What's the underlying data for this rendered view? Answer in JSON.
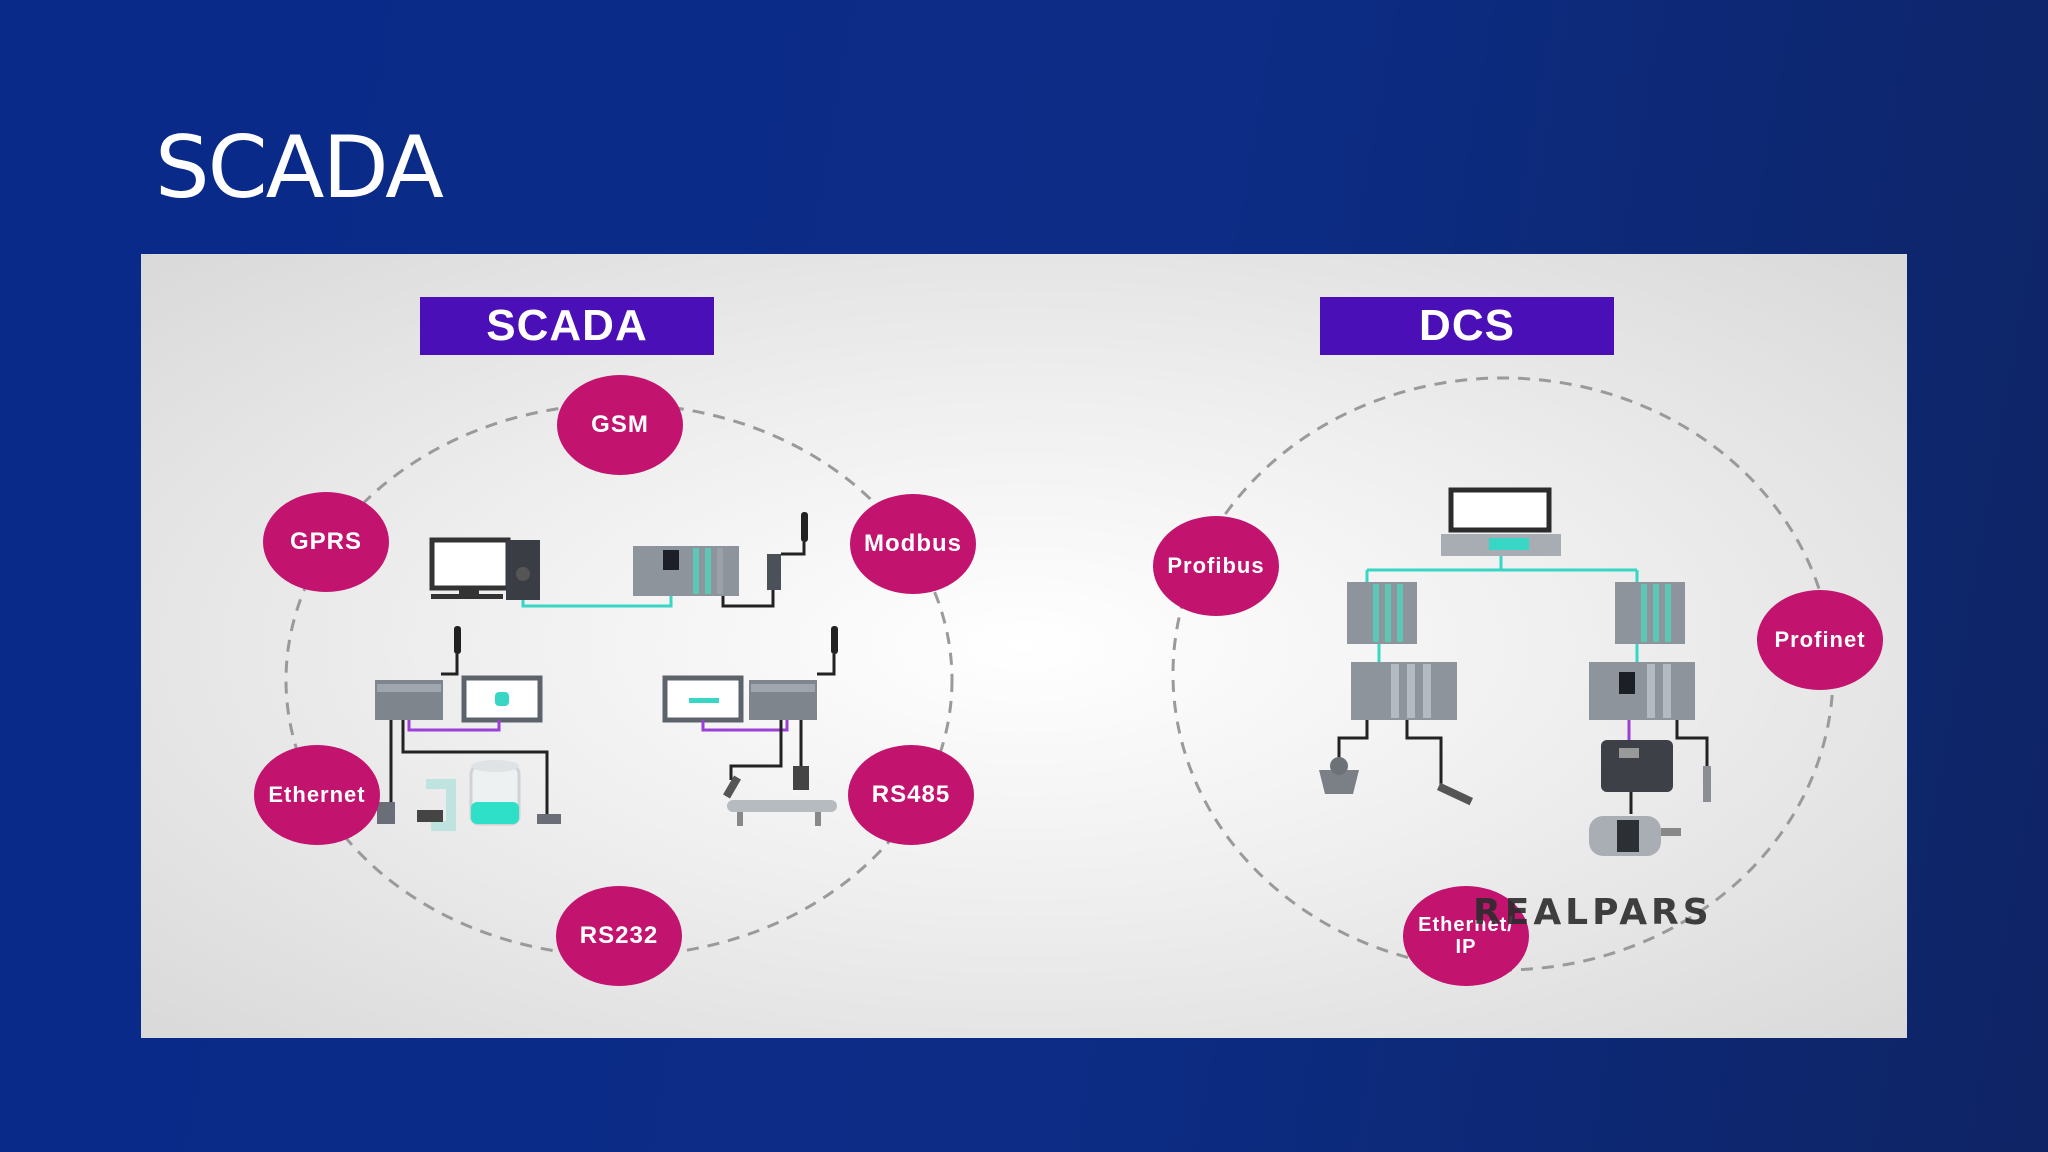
{
  "slide": {
    "title": "SCADA"
  },
  "scada": {
    "heading": "SCADA",
    "protocols": [
      "GSM",
      "GPRS",
      "Modbus",
      "Ethernet",
      "RS485",
      "RS232"
    ]
  },
  "dcs": {
    "heading": "DCS",
    "protocols": [
      "Profibus",
      "Profinet",
      "Ethernet/\nIP"
    ]
  },
  "brand": {
    "logo_text": "REALPARS"
  },
  "colors": {
    "background": "#0c2c86",
    "bubble": "#c2136f",
    "heading": "#4b0fb8",
    "link_cyan": "#38d6c4",
    "link_purple": "#9b3fd6"
  }
}
